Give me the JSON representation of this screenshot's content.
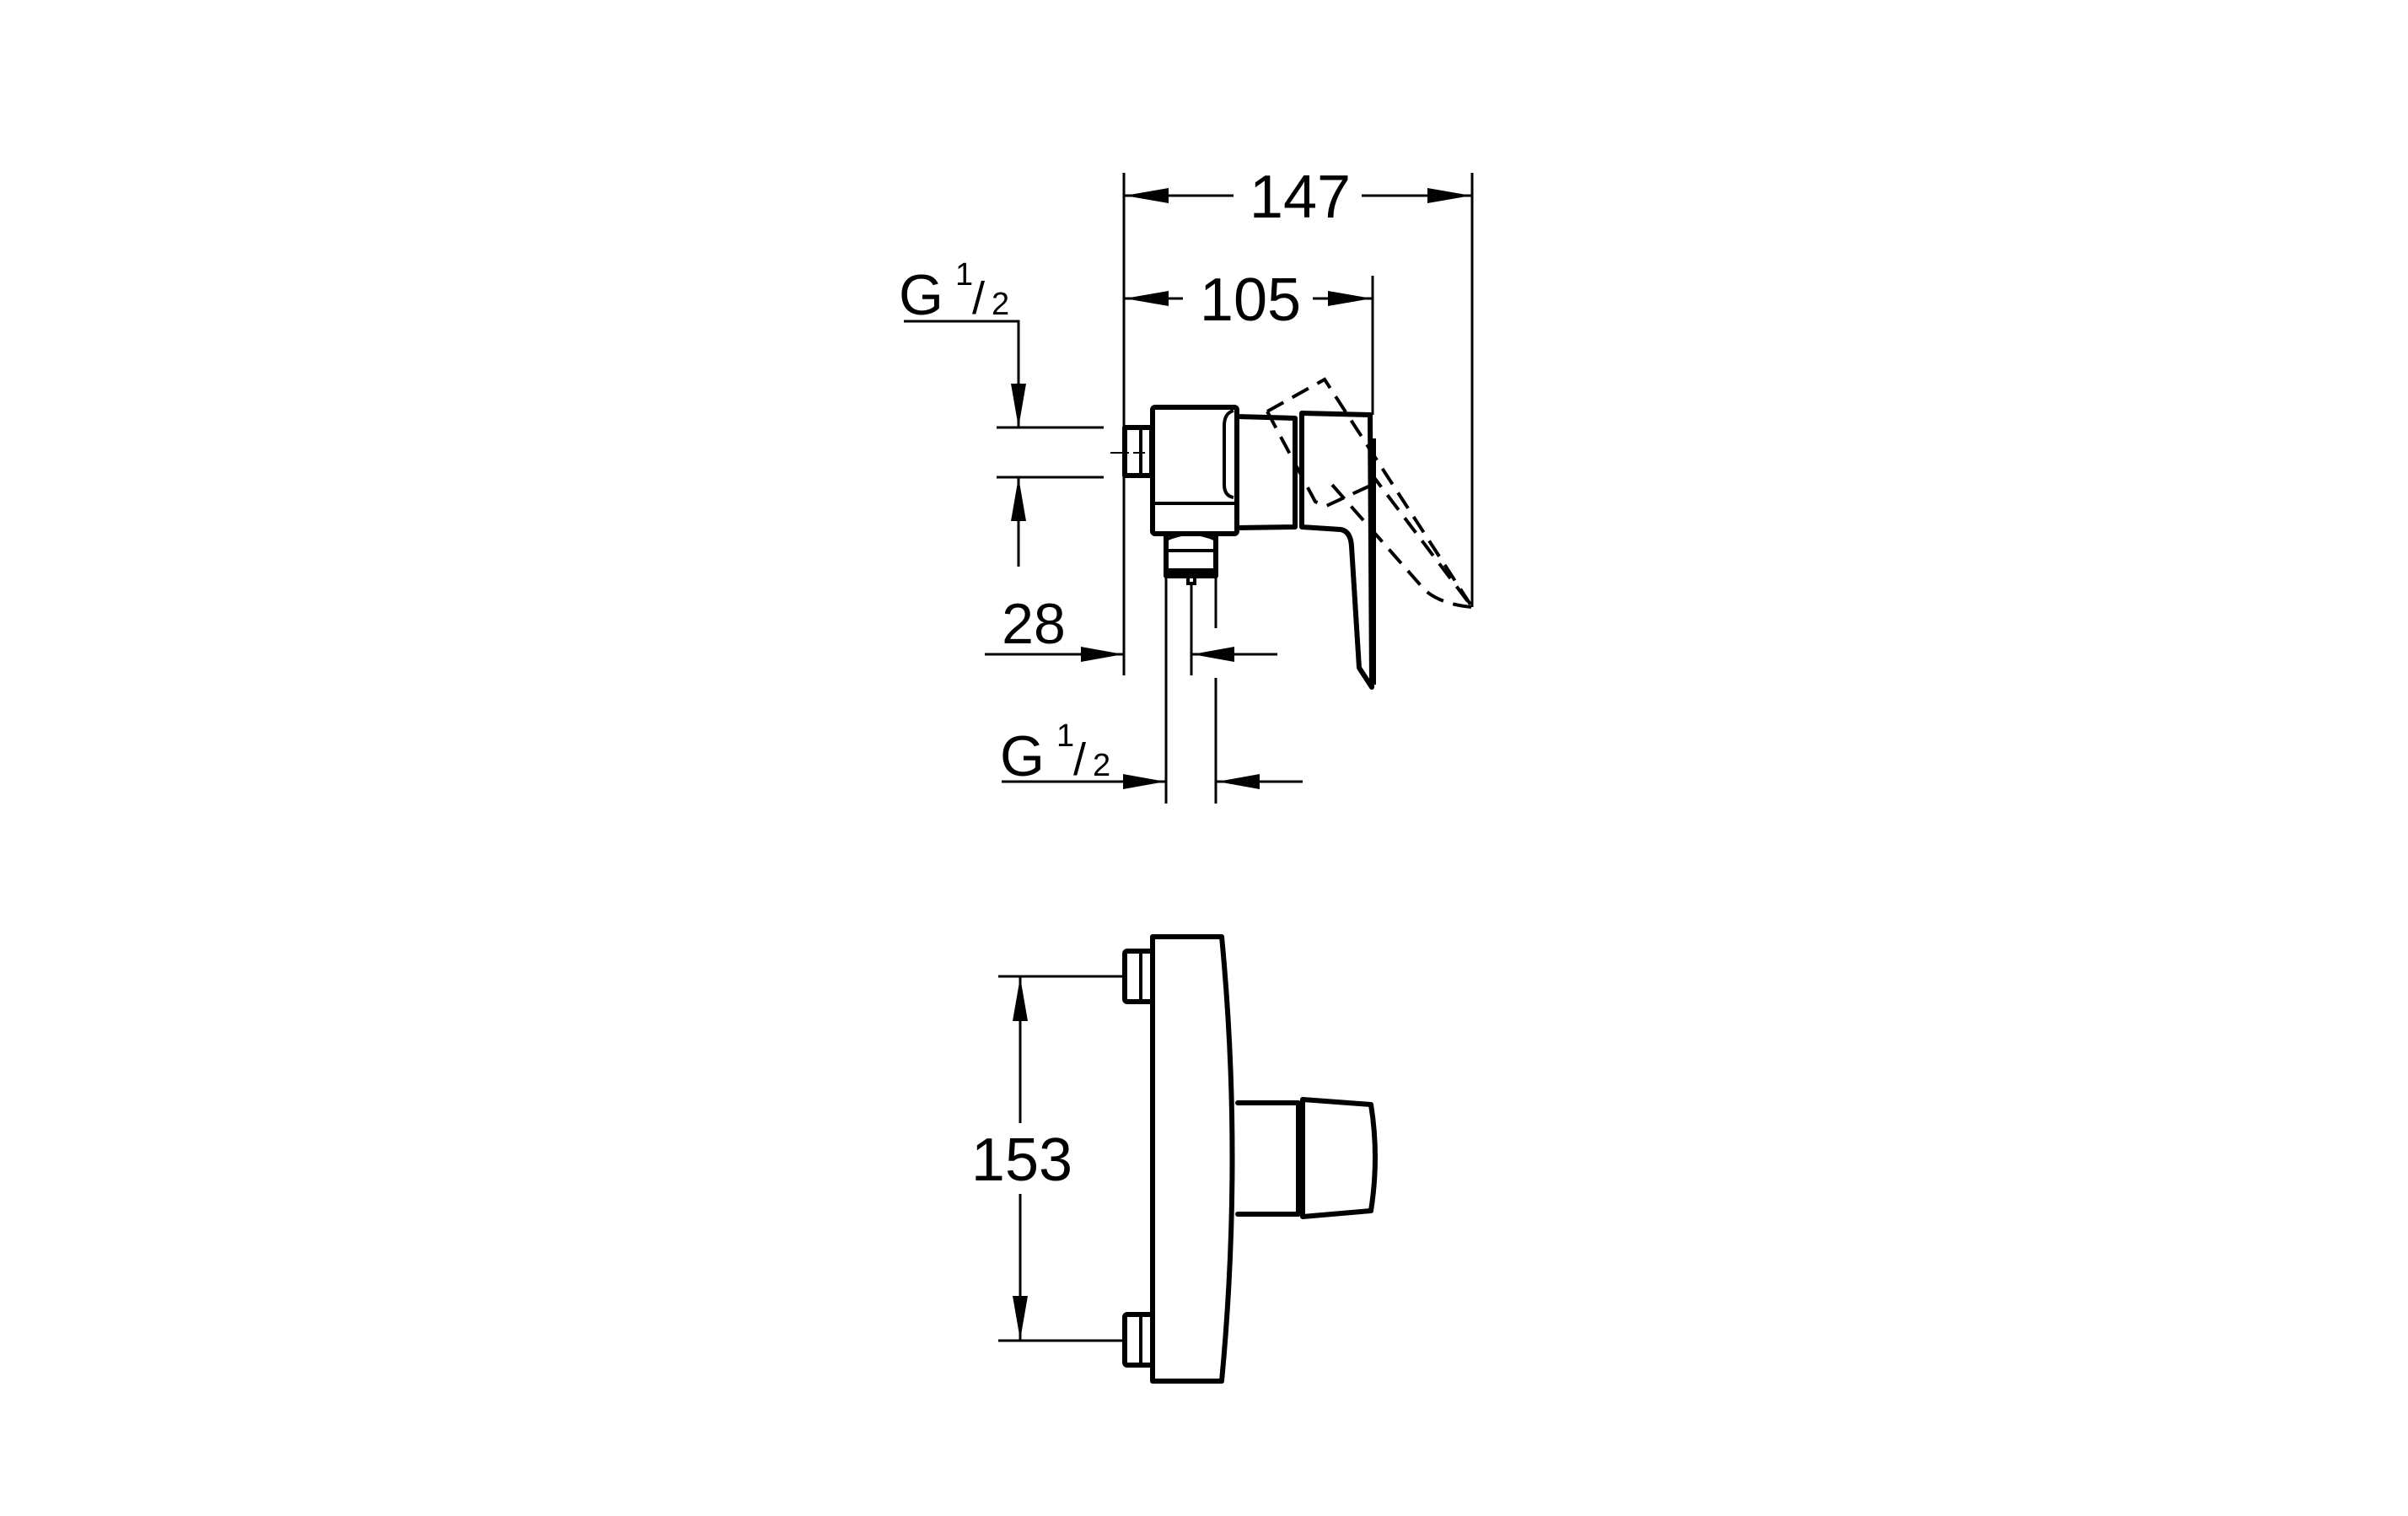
{
  "drawing": {
    "views": [
      "side-view",
      "front-view"
    ],
    "line_color": "#000000",
    "background": "#ffffff"
  },
  "dimensions": {
    "overall_depth": {
      "value": "147",
      "unit": "mm"
    },
    "body_depth": {
      "value": "105",
      "unit": "mm"
    },
    "inlet_offset": {
      "value": "28",
      "unit": "mm"
    },
    "inlet_center_distance": {
      "value": "153",
      "unit": "mm"
    }
  },
  "threads": {
    "inlet": {
      "prefix": "G",
      "num": "1",
      "slash": "/",
      "den": "2"
    },
    "outlet": {
      "prefix": "G",
      "num": "1",
      "slash": "/",
      "den": "2"
    }
  }
}
